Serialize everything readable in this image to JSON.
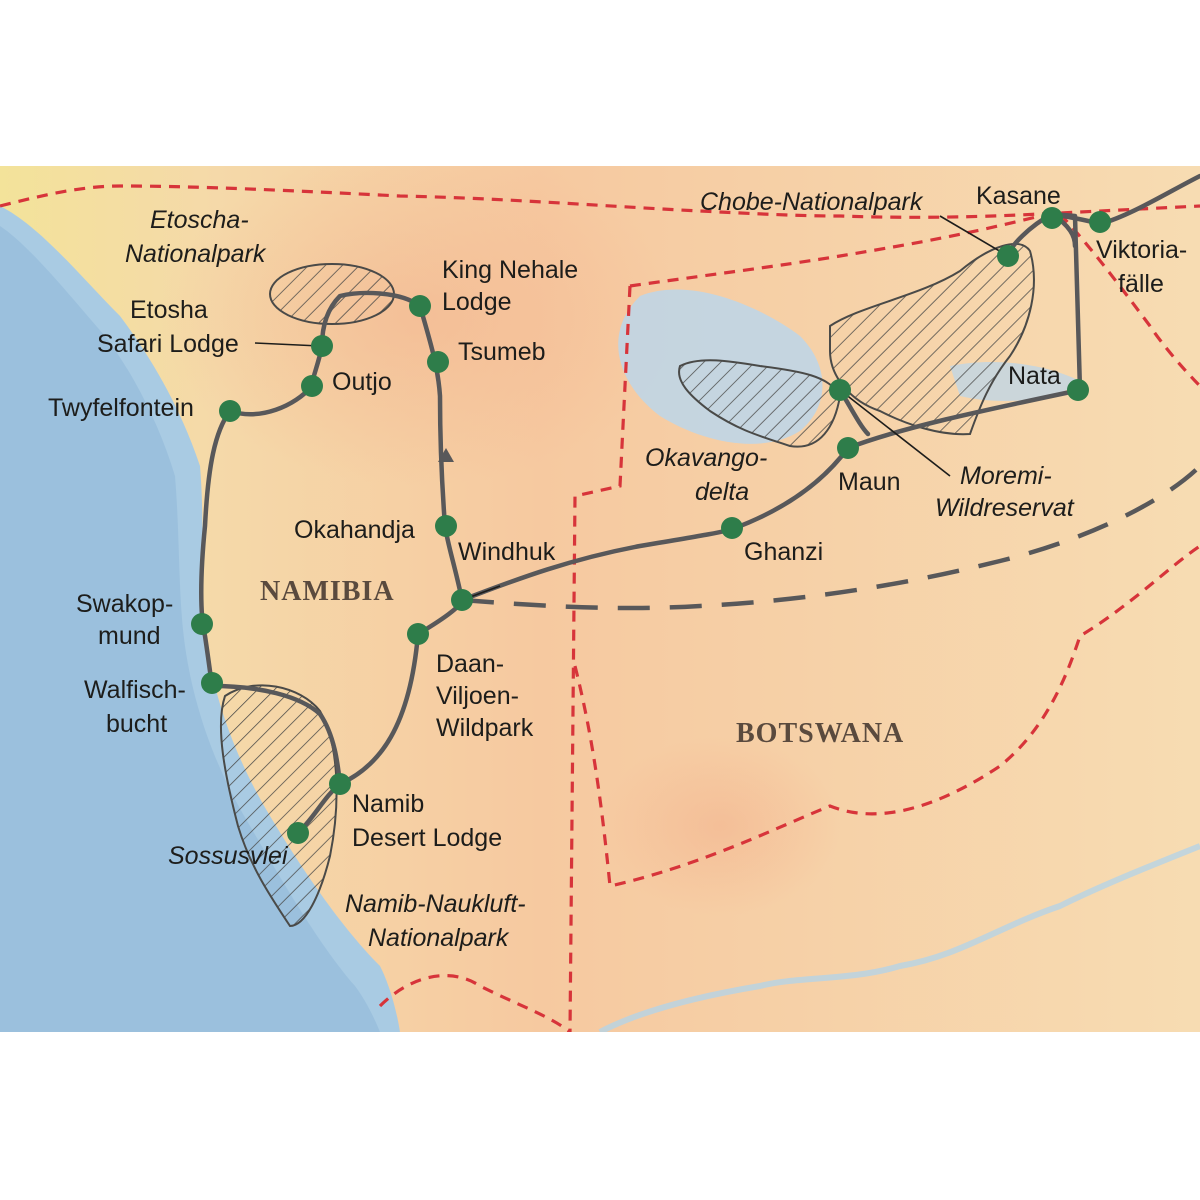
{
  "countries": {
    "namibia": "NAMIBIA",
    "botswana": "BOTSWANA"
  },
  "parks": {
    "etoscha": [
      "Etoscha-",
      "Nationalpark"
    ],
    "chobe": "Chobe-Nationalpark",
    "okavango": [
      "Okavango-",
      "delta"
    ],
    "moremi": [
      "Moremi-",
      "Wildreservat"
    ],
    "namib_naukluft": [
      "Namib-Naukluft-",
      "Nationalpark"
    ],
    "sossusvlei": "Sossusvlei"
  },
  "stops": {
    "king_nehale": [
      "King Nehale",
      "Lodge"
    ],
    "etosha_safari": [
      "Etosha",
      "Safari Lodge"
    ],
    "outjo": "Outjo",
    "tsumeb": "Tsumeb",
    "twyfelfontein": "Twyfelfontein",
    "okahandja": "Okahandja",
    "windhuk": "Windhuk",
    "swakopmund": [
      "Swakop-",
      "mund"
    ],
    "walfischbucht": [
      "Walfisch-",
      "bucht"
    ],
    "daan_viljoen": [
      "Daan-",
      "Viljoen-",
      "Wildpark"
    ],
    "namib_desert": [
      "Namib",
      "Desert Lodge"
    ],
    "ghanzi": "Ghanzi",
    "maun": "Maun",
    "nata": "Nata",
    "kasane": "Kasane",
    "viktoria": [
      "Viktoria-",
      "fälle"
    ]
  },
  "colors": {
    "stop": "#2e7d4a",
    "route": "#58585a",
    "border": "#d7343a",
    "sea": "#a9cbe3",
    "land": "#f6dcb2"
  },
  "icons": {
    "direction": "arrow-up-icon"
  }
}
